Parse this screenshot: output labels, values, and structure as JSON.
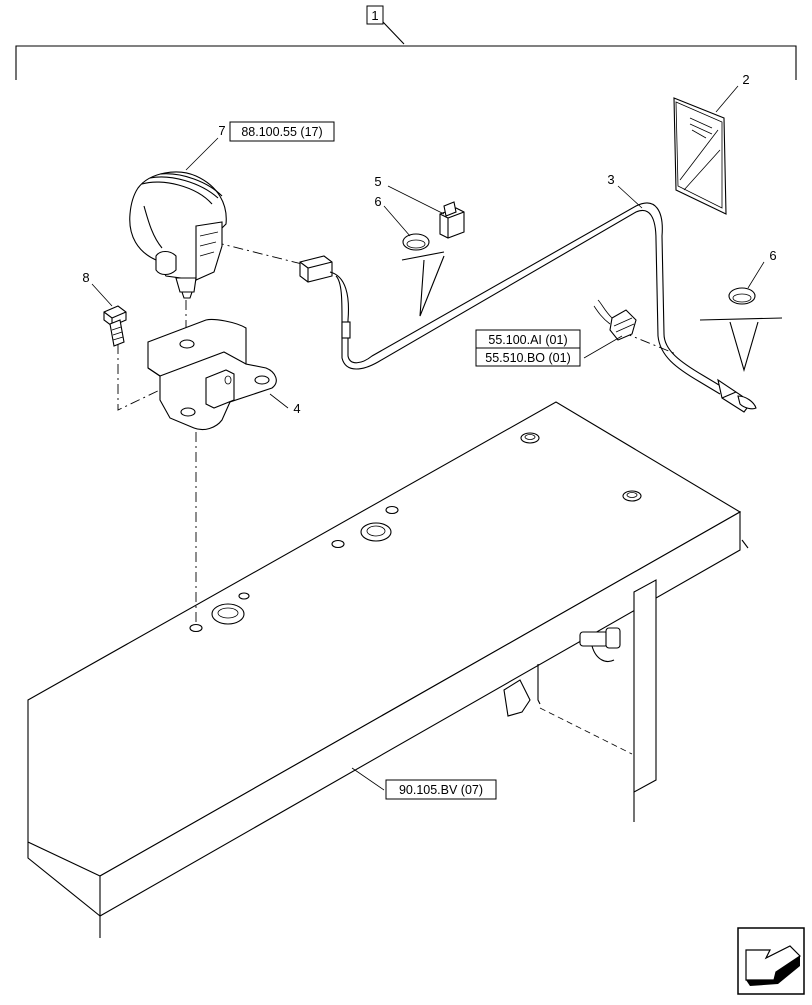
{
  "assembly": {
    "item": "1"
  },
  "callouts": {
    "item2": "2",
    "item3": "3",
    "item4": "4",
    "item5": "5",
    "item6a": "6",
    "item6b": "6",
    "item7": "7",
    "item8": "8"
  },
  "references": {
    "lamp_ref": "88.100.55 (17)",
    "harness_ref_1": "55.100.AI (01)",
    "harness_ref_2": "55.510.BO (01)",
    "frame_ref": "90.105.BV (07)"
  },
  "nav": {
    "icon": "next-page-arrow-icon"
  }
}
